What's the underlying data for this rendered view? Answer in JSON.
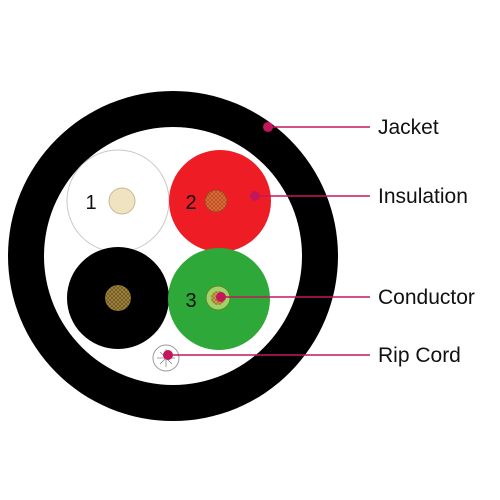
{
  "labels": {
    "jacket": "Jacket",
    "insulation": "Insulation",
    "conductor": "Conductor",
    "rip_cord": "Rip Cord"
  },
  "wire_numbers": {
    "one": "1",
    "two": "2",
    "three": "3"
  },
  "colors": {
    "jacket": "#000000",
    "callout_line": "#c2185b",
    "wire_1_insulation": "#ffffff",
    "wire_2_insulation": "#ee1c25",
    "wire_3_insulation": "#2fa83a",
    "wire_4_insulation": "#000000",
    "conductor_copper": "#c8a24a",
    "conductor_tinned": "#efe3c2"
  }
}
